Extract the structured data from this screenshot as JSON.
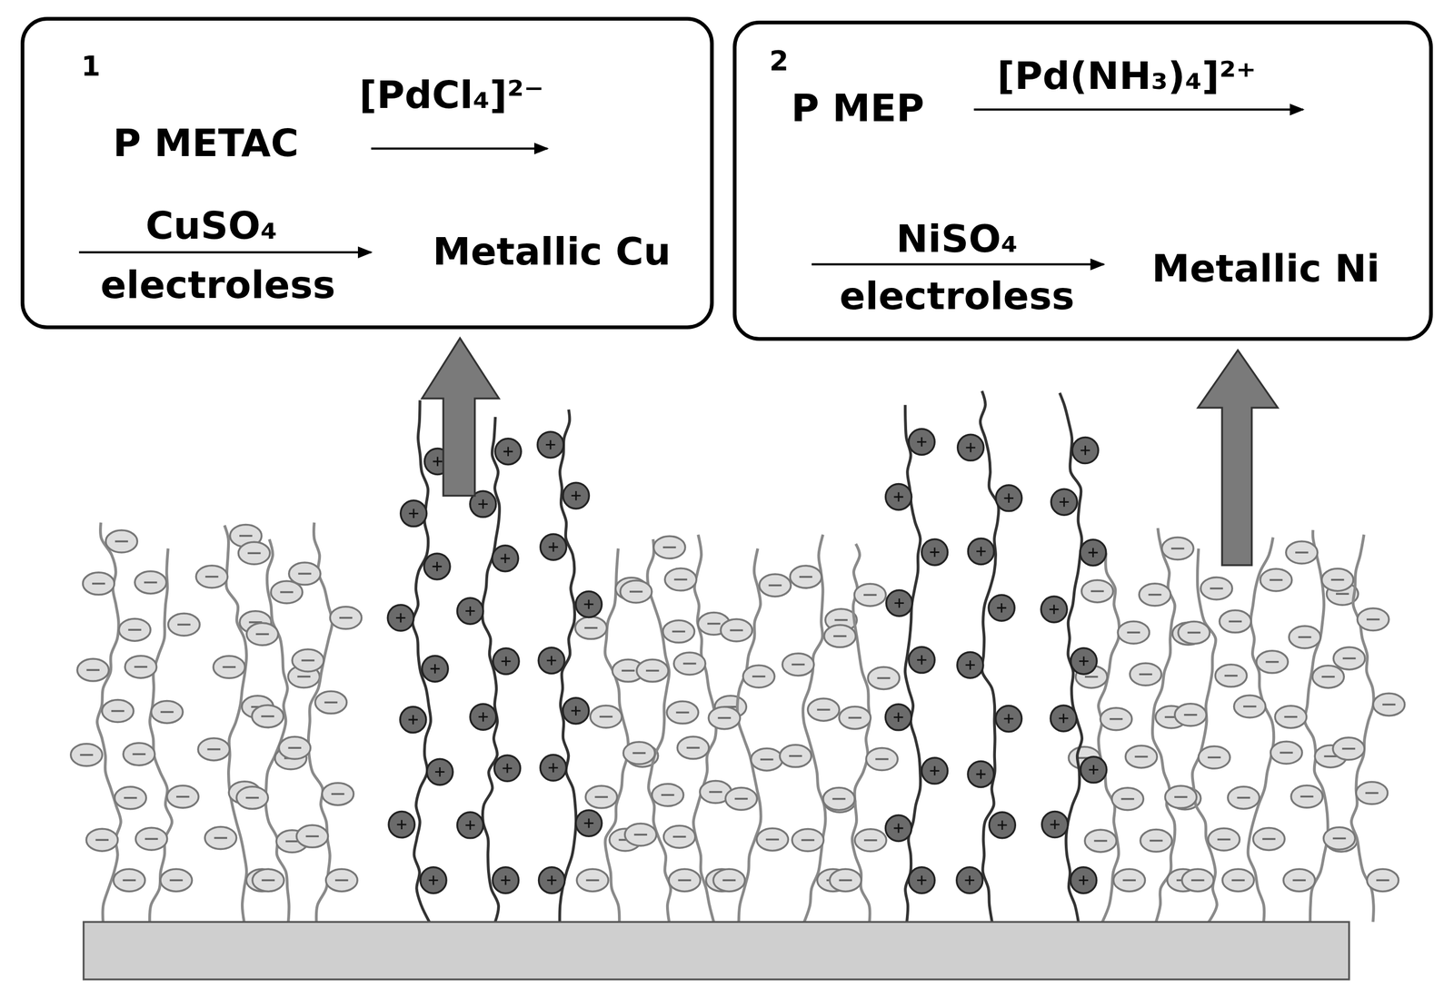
{
  "diagram": {
    "nodes": [
      {
        "text": [
          "1",
          "P METAC",
          "[PdCl₄]²⁻",
          "CuSO₄",
          "electroless",
          "Metallic Cu"
        ]
      },
      {
        "text": [
          "2",
          "P MEP",
          "[Pd(NH₃)₄]²⁺",
          "NiSO₄",
          "electroless",
          "Metallic Ni"
        ]
      }
    ]
  }
}
